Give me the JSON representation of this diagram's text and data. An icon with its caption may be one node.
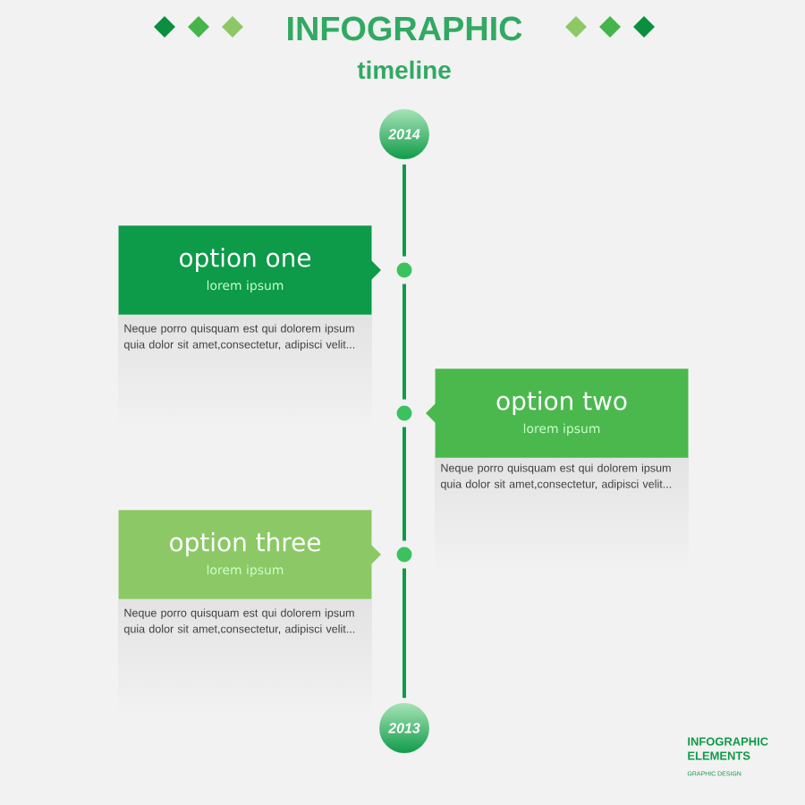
{
  "diagram": {
    "title": "INFOGRAPHIC",
    "nodes": [
      {
        "text": [
          "2014"
        ]
      },
      {
        "text": [],
        "shape": "circle"
      },
      {
        "text": [],
        "shape": "circle"
      },
      {
        "text": [],
        "shape": "circle"
      },
      {
        "text": [
          "2013"
        ]
      },
      {
        "text": [
          "option one",
          "lorem ipsum"
        ]
      },
      {
        "text": [
          "Neque porro quisquam est qui dolorem ipsum quia dolor sit amet,consectetur, adipisci velit..."
        ]
      },
      {
        "text": [
          "option two",
          "lorem ipsum"
        ]
      },
      {
        "text": [
          "Neque porro quisquam est qui dolorem ipsum quia dolor sit amet,consectetur, adipisci velit..."
        ]
      },
      {
        "text": [
          "option three",
          "lorem ipsum"
        ]
      },
      {
        "text": [
          "Neque porro quisquam est qui dolorem ipsum quia dolor sit amet,consectetur, adipisci velit..."
        ]
      }
    ],
    "edges": [
      {
        "from": 0,
        "to": 1,
        "arrow": "none"
      },
      {
        "from": 1,
        "to": 2,
        "arrow": "none"
      },
      {
        "from": 2,
        "to": 3,
        "arrow": "none"
      },
      {
        "from": 3,
        "to": 4,
        "arrow": "none"
      }
    ],
    "labels": [
      "timeline",
      "INFOGRAPHIC ELEMENTS",
      "GRAPHIC DESIGN"
    ]
  }
}
